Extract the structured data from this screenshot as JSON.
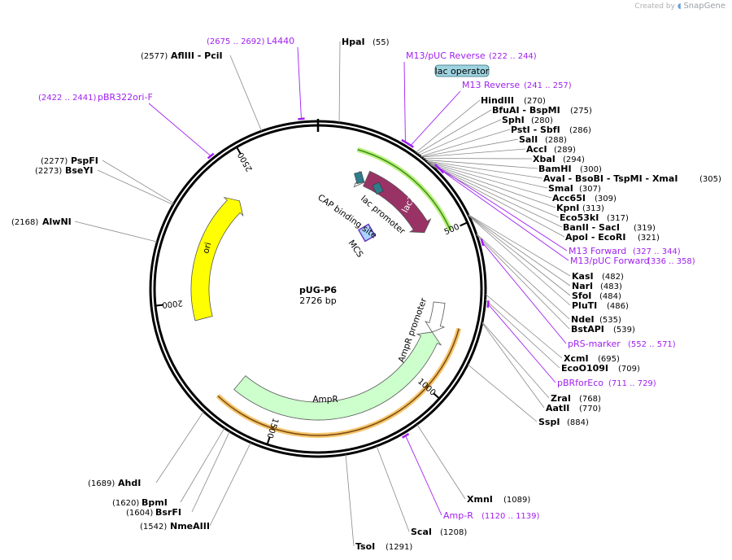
{
  "credit": {
    "prefix": "Created by",
    "brand": "SnapGene"
  },
  "plasmid": {
    "name": "pUG-P6",
    "size_label": "2726 bp",
    "length": 2726
  },
  "ticks": [
    {
      "pos": 500,
      "label": "500"
    },
    {
      "pos": 1000,
      "label": "1000"
    },
    {
      "pos": 1500,
      "label": "1500"
    },
    {
      "pos": 2000,
      "label": "2000"
    },
    {
      "pos": 2500,
      "label": "2500"
    }
  ],
  "sites": [
    {
      "name": "HpaI",
      "pos": "(55)",
      "bp": 55
    },
    {
      "name": "HindIII",
      "pos": "(270)",
      "bp": 270
    },
    {
      "name": "BfuAI  - BspMI",
      "pos": "(275)",
      "bp": 275
    },
    {
      "name": "SphI",
      "pos": "(280)",
      "bp": 280
    },
    {
      "name": "PstI  - SbfI",
      "pos": "(286)",
      "bp": 286
    },
    {
      "name": "SalI",
      "pos": "(288)",
      "bp": 288
    },
    {
      "name": "AccI",
      "pos": "(289)",
      "bp": 289
    },
    {
      "name": "XbaI",
      "pos": "(294)",
      "bp": 294
    },
    {
      "name": "BamHI",
      "pos": "(300)",
      "bp": 300
    },
    {
      "name": "AvaI  - BsoBI  - TspMI  - XmaI",
      "pos": "(305)",
      "bp": 305
    },
    {
      "name": "SmaI",
      "pos": "(307)",
      "bp": 307
    },
    {
      "name": "Acc65I",
      "pos": "(309)",
      "bp": 309
    },
    {
      "name": "KpnI",
      "pos": "(313)",
      "bp": 313
    },
    {
      "name": "Eco53kI",
      "pos": "(317)",
      "bp": 317
    },
    {
      "name": "BanII  - SacI",
      "pos": "(319)",
      "bp": 319
    },
    {
      "name": "ApoI  - EcoRI",
      "pos": "(321)",
      "bp": 321
    },
    {
      "name": "KasI",
      "pos": "(482)",
      "bp": 482
    },
    {
      "name": "NarI",
      "pos": "(483)",
      "bp": 483
    },
    {
      "name": "SfoI",
      "pos": "(484)",
      "bp": 484
    },
    {
      "name": "PluTI",
      "pos": "(486)",
      "bp": 486
    },
    {
      "name": "NdeI",
      "pos": "(535)",
      "bp": 535
    },
    {
      "name": "BstAPI",
      "pos": "(539)",
      "bp": 539
    },
    {
      "name": "XcmI",
      "pos": "(695)",
      "bp": 695
    },
    {
      "name": "EcoO109I",
      "pos": "(709)",
      "bp": 709
    },
    {
      "name": "ZraI",
      "pos": "(768)",
      "bp": 768
    },
    {
      "name": "AatII",
      "pos": "(770)",
      "bp": 770
    },
    {
      "name": "SspI",
      "pos": "(884)",
      "bp": 884
    },
    {
      "name": "XmnI",
      "pos": "(1089)",
      "bp": 1089
    },
    {
      "name": "ScaI",
      "pos": "(1208)",
      "bp": 1208
    },
    {
      "name": "TsoI",
      "pos": "(1291)",
      "bp": 1291
    },
    {
      "name": "NmeAIII",
      "pos": "(1542)",
      "bp": 1542
    },
    {
      "name": "BsrFI",
      "pos": "(1604)",
      "bp": 1604
    },
    {
      "name": "BpmI",
      "pos": "(1620)",
      "bp": 1620
    },
    {
      "name": "AhdI",
      "pos": "(1689)",
      "bp": 1689
    },
    {
      "name": "AlwNI",
      "pos": "(2168)",
      "bp": 2168
    },
    {
      "name": "BseYI",
      "pos": "(2273)",
      "bp": 2273
    },
    {
      "name": "PspFI",
      "pos": "(2277)",
      "bp": 2277
    },
    {
      "name": "AflIII  - PciI",
      "pos": "(2577)",
      "bp": 2577
    }
  ],
  "primers": [
    {
      "name": "L4440",
      "range": "(2675 .. 2692)",
      "start": 2675,
      "end": 2692
    },
    {
      "name": "M13/pUC Reverse",
      "range": "(222 .. 244)",
      "start": 222,
      "end": 244
    },
    {
      "name": "M13 Reverse",
      "range": "(241 .. 257)",
      "start": 241,
      "end": 257
    },
    {
      "name": "pBR322ori-F",
      "range": "(2422 .. 2441)",
      "start": 2422,
      "end": 2441
    },
    {
      "name": "M13 Forward",
      "range": "(327 .. 344)",
      "start": 327,
      "end": 344
    },
    {
      "name": "M13/pUC Forward",
      "range": "(336 .. 358)",
      "start": 336,
      "end": 358
    },
    {
      "name": "pRS-marker",
      "range": "(552 .. 571)",
      "start": 552,
      "end": 571
    },
    {
      "name": "pBRforEco",
      "range": "(711 .. 729)",
      "start": 711,
      "end": 729
    },
    {
      "name": "Amp-R",
      "range": "(1120 .. 1139)",
      "start": 1120,
      "end": 1139
    }
  ],
  "features": {
    "lac_operator": "lac operator",
    "cap_binding_site": "CAP binding site",
    "lac_promoter": "lac promoter",
    "lacZa": "lacZα",
    "mcs": "MCS",
    "ori": "ori",
    "ampr_promoter": "AmpR promoter",
    "ampr": "AmpR"
  },
  "colors": {
    "ori": "#ffff00",
    "lacZa": "#993366",
    "ampr": "#ccffcc",
    "lacz_highlight": "#b9f07a",
    "ampr_highlight": "#f5c46b",
    "primer": "#a020f0",
    "cap_box": "#2e7d8c",
    "lac_operator_box": "#9fd3e0"
  }
}
